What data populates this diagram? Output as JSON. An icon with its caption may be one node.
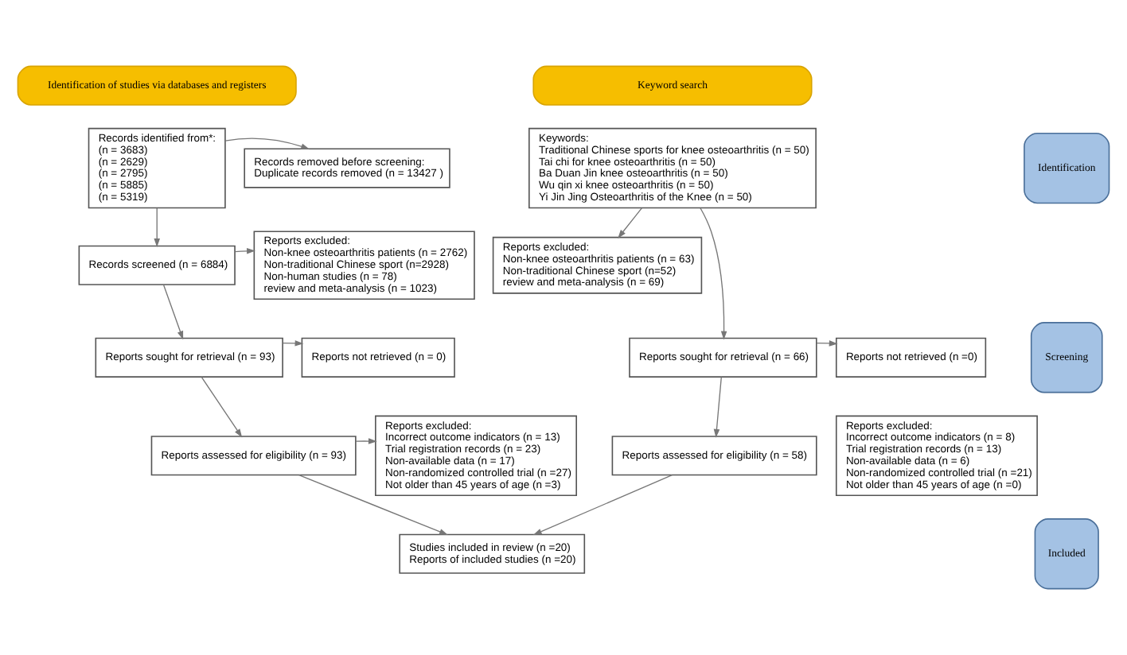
{
  "diagram": {
    "nodes": [
      {
        "text": [
          "Identification of studies via databases and registers"
        ]
      },
      {
        "text": [
          "Keyword search"
        ]
      },
      {
        "text": [
          "Identification"
        ]
      },
      {
        "text": [
          "Screening"
        ]
      },
      {
        "text": [
          "Included"
        ]
      },
      {
        "text": [
          "Records identified from*:",
          "(n = 3683)",
          "(n = 2629)",
          "(n = 2795)",
          "(n = 5885)",
          "(n = 5319)"
        ]
      },
      {
        "text": [
          "Records removed before screening:",
          "Duplicate records removed (n = 13427 )"
        ]
      },
      {
        "text": [
          "Records screened (n = 6884)"
        ]
      },
      {
        "text": [
          "Reports excluded:",
          "Non-knee osteoarthritis patients (n = 2762)",
          "Non-traditional Chinese sport (n=2928)",
          "Non-human studies (n = 78)",
          "review and meta-analysis (n = 1023)"
        ]
      },
      {
        "text": [
          "Reports sought for retrieval (n = 93)"
        ]
      },
      {
        "text": [
          "Reports not retrieved (n = 0)"
        ]
      },
      {
        "text": [
          "Reports assessed for eligibility (n = 93)"
        ]
      },
      {
        "text": [
          "Reports excluded:",
          "Incorrect outcome indicators (n = 13)",
          "Trial registration records (n = 23)",
          "Non-available data (n = 17)",
          "Non-randomized controlled trial (n =27)",
          "Not older than 45 years of age (n =3)"
        ]
      },
      {
        "text": [
          "Studies included in review (n =20)",
          "Reports of included studies (n =20)"
        ]
      },
      {
        "text": [
          "Keywords:",
          "Traditional Chinese sports for knee osteoarthritis (n = 50)",
          "Tai chi for knee osteoarthritis (n = 50)",
          "Ba Duan Jin knee osteoarthritis (n = 50)",
          "Wu qin xi knee osteoarthritis (n = 50)",
          "Yi Jin Jing Osteoarthritis of the Knee (n = 50)"
        ]
      },
      {
        "text": [
          "Reports excluded:",
          "Non-knee osteoarthritis patients (n = 63)",
          "Non-traditional Chinese sport (n=52)",
          "review and meta-analysis (n = 69)"
        ]
      },
      {
        "text": [
          "Reports sought for retrieval (n = 66)"
        ]
      },
      {
        "text": [
          "Reports not retrieved (n =0)"
        ]
      },
      {
        "text": [
          "Reports assessed for eligibility (n = 58)"
        ]
      },
      {
        "text": [
          "Reports excluded:",
          "Incorrect outcome indicators (n = 8)",
          "Trial registration records (n = 13)",
          "Non-available data (n = 6)",
          "Non-randomized controlled trial (n =21)",
          "Not older than 45 years of age (n =0)"
        ]
      }
    ],
    "edges": [
      {
        "from": 5,
        "to": 6,
        "arrow": "to"
      },
      {
        "from": 5,
        "to": 7,
        "arrow": "to"
      },
      {
        "from": 7,
        "to": 8,
        "arrow": "to"
      },
      {
        "from": 7,
        "to": 9,
        "arrow": "to"
      },
      {
        "from": 9,
        "to": 10,
        "arrow": "to"
      },
      {
        "from": 9,
        "to": 11,
        "arrow": "to"
      },
      {
        "from": 11,
        "to": 12,
        "arrow": "to"
      },
      {
        "from": 11,
        "to": 13,
        "arrow": "to"
      },
      {
        "from": 14,
        "to": 15,
        "arrow": "to"
      },
      {
        "from": 14,
        "to": 16,
        "arrow": "to"
      },
      {
        "from": 16,
        "to": 17,
        "arrow": "to"
      },
      {
        "from": 16,
        "to": 18,
        "arrow": "to"
      },
      {
        "from": 18,
        "to": 13,
        "arrow": "to"
      }
    ]
  }
}
